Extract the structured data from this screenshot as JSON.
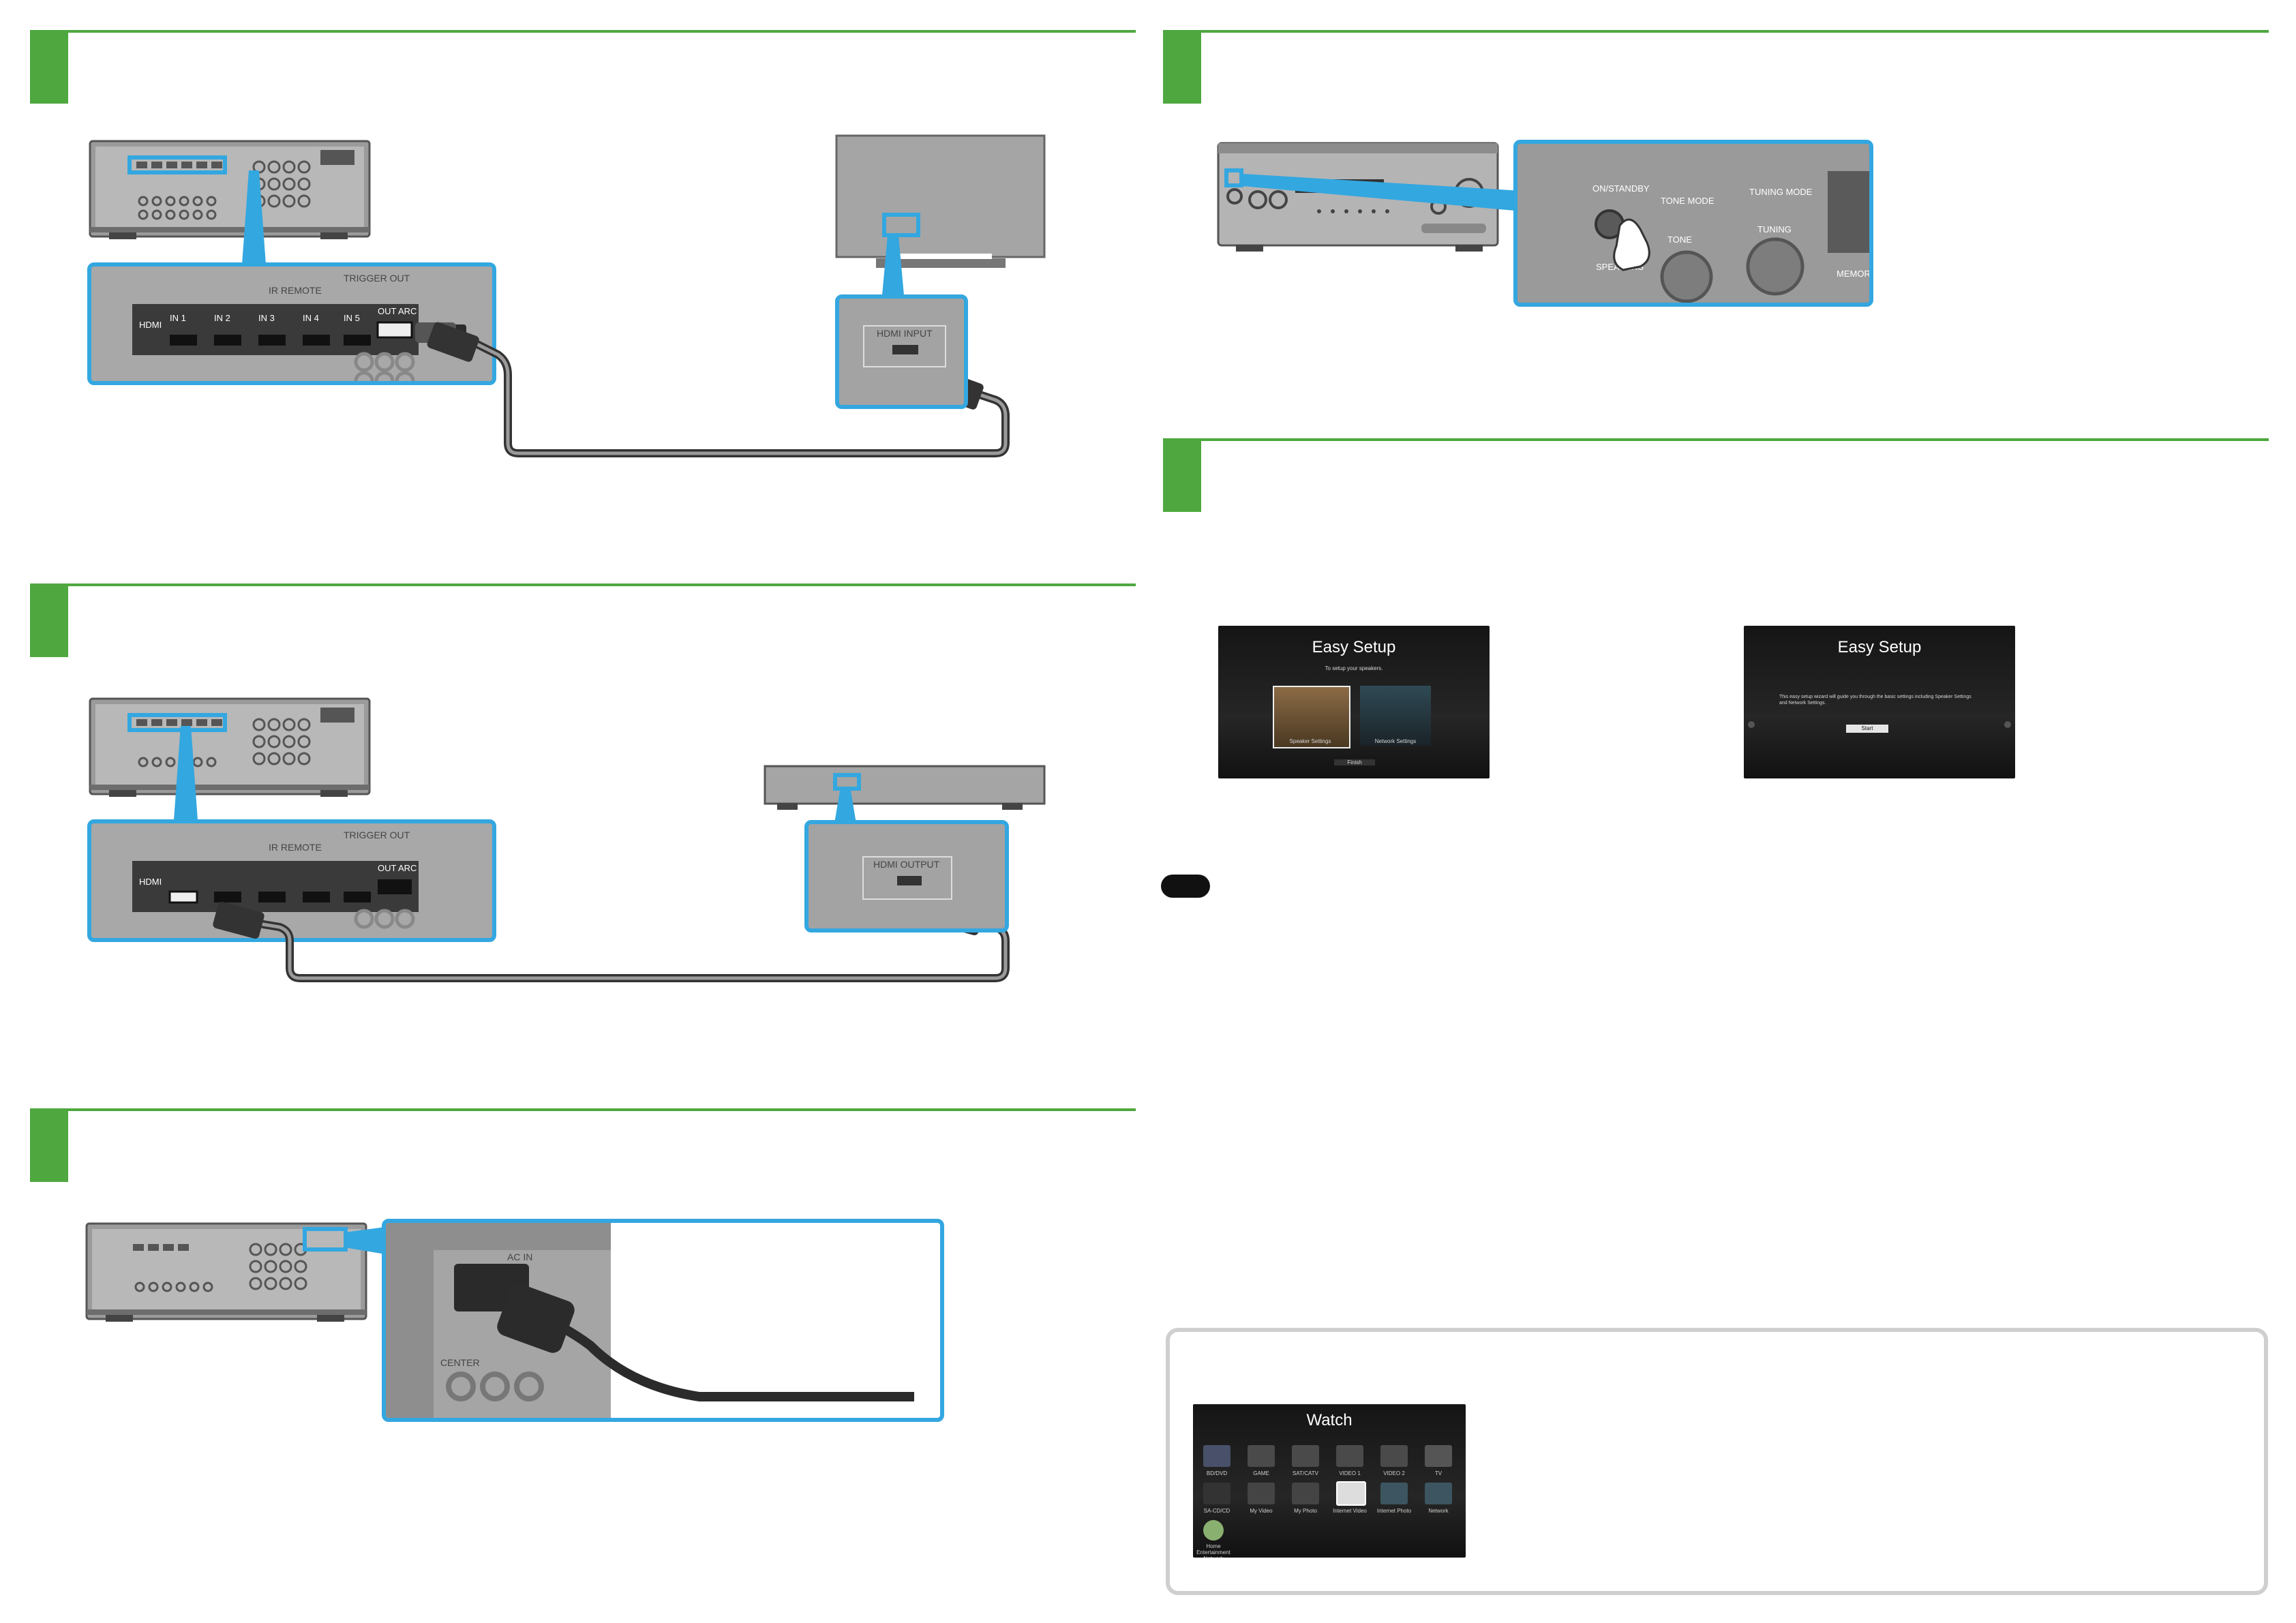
{
  "receiver_rear_labels": {
    "hdmi": "HDMI",
    "ir_remote": "IR REMOTE",
    "trigger_out": "TRIGGER OUT",
    "out": "OUT",
    "arc": "ARC",
    "in1": "IN 1",
    "in2": "IN 2",
    "in3": "IN 3",
    "in4": "IN 4",
    "in5": "IN 5",
    "ac_in": "AC IN",
    "center": "CENTER"
  },
  "tv": {
    "hdmi_input_label": "HDMI INPUT"
  },
  "player": {
    "hdmi_output_label": "HDMI OUTPUT"
  },
  "front_panel": {
    "on_standby": "ON/STANDBY",
    "tone_mode": "TONE MODE",
    "tuning_mode": "TUNING MODE",
    "tone": "TONE",
    "tuning": "TUNING",
    "speakers": "SPEAKERS",
    "memory_enter": "MEMORY/ENTE"
  },
  "easy_setup_1": {
    "title": "Easy Setup",
    "subtitle": "To setup your speakers.",
    "option1": "Speaker Settings",
    "option2": "Network Settings",
    "finish": "Finish"
  },
  "easy_setup_2": {
    "title": "Easy Setup",
    "body": "This easy setup wizard will guide you through the basic settings including Speaker Settings and Network Settings.",
    "start": "Start"
  },
  "watch_menu": {
    "title": "Watch",
    "items": [
      "BD/DVD",
      "GAME",
      "SAT/CATV",
      "VIDEO 1",
      "VIDEO 2",
      "TV",
      "SA-CD/CD",
      "My Video",
      "My Photo",
      "Internet Video",
      "Internet Photo",
      "Network",
      "Home Entertainment Network"
    ]
  },
  "colors": {
    "accent_green": "#4ea83f",
    "highlight_blue": "#33a7e0",
    "note_black": "#111111",
    "tip_border": "#cfcfcf"
  }
}
